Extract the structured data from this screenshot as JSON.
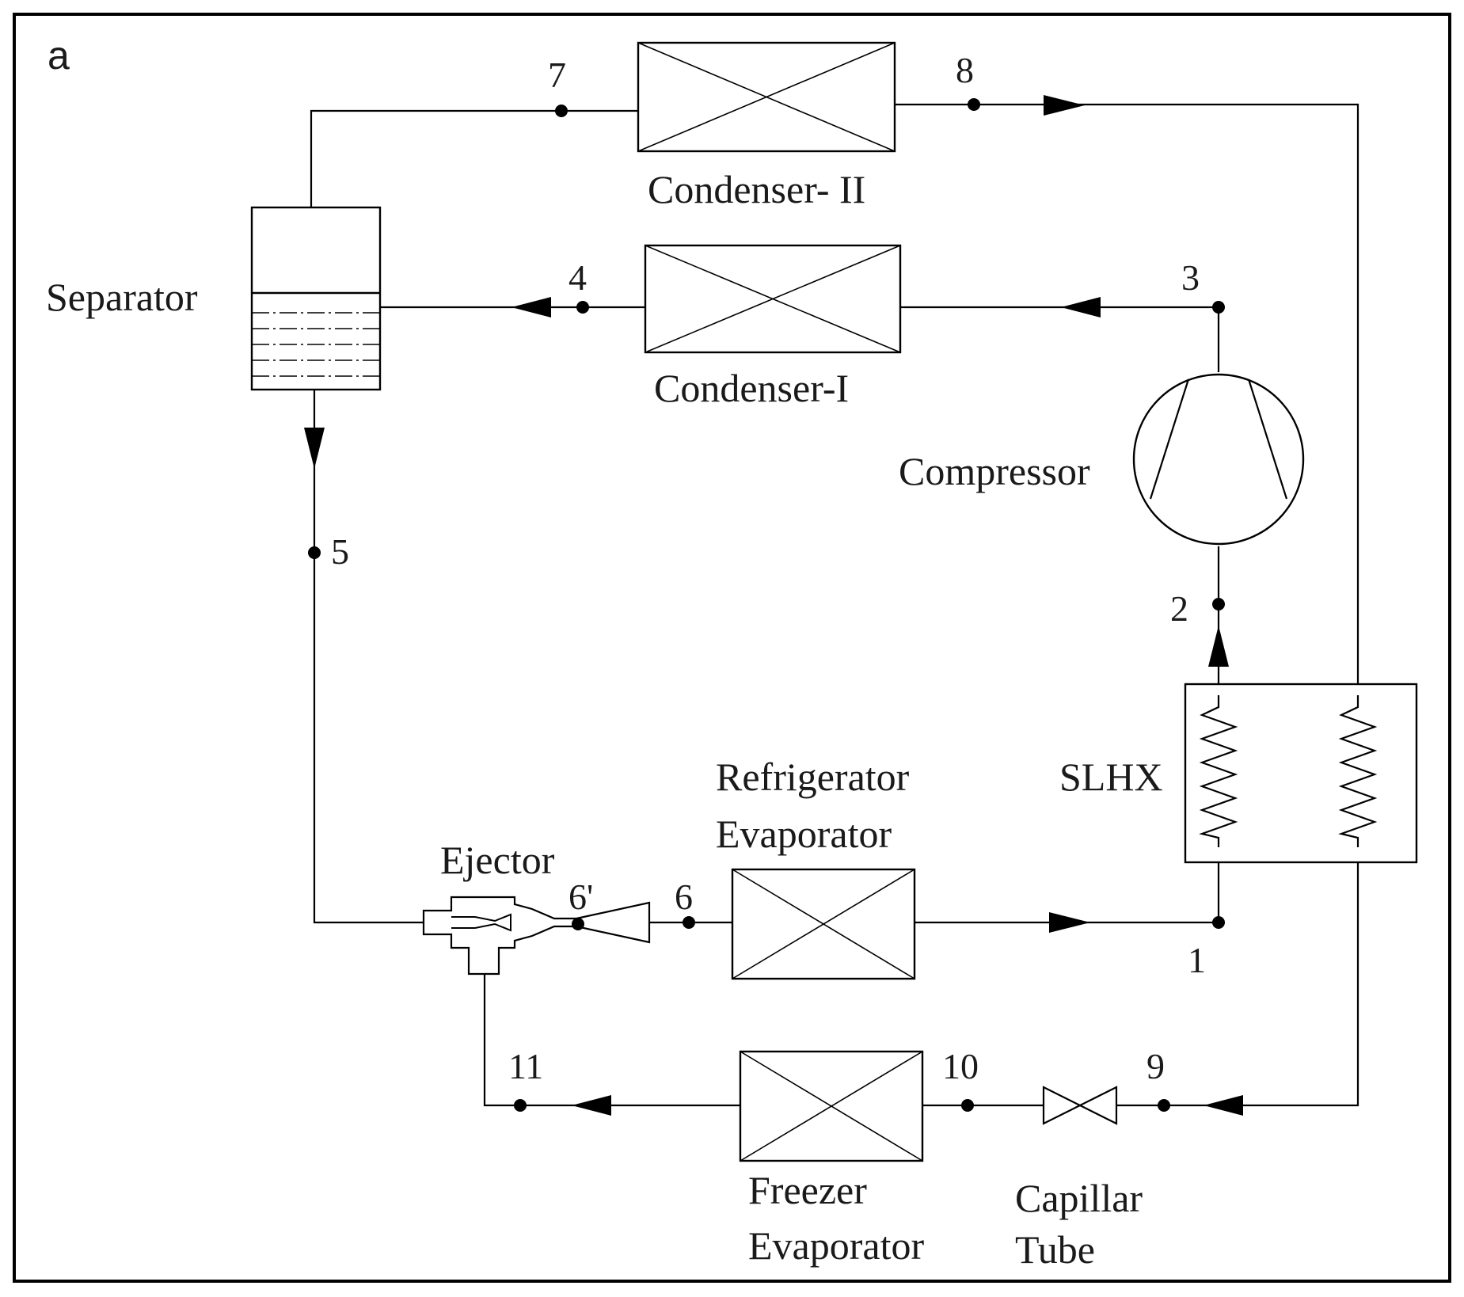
{
  "panel_label": "a",
  "components": {
    "condenser_2": "Condenser- II",
    "condenser_1": "Condenser-I",
    "separator": "Separator",
    "compressor": "Compressor",
    "slhx": "SLHX",
    "refrigerator_evaporator": [
      "Refrigerator",
      "Evaporator"
    ],
    "ejector": "Ejector",
    "freezer_evaporator": [
      "Freezer",
      "Evaporator"
    ],
    "capillary_tube": [
      "Capillar",
      "Tube"
    ]
  },
  "state_points": {
    "p1": "1",
    "p2": "2",
    "p3": "3",
    "p4": "4",
    "p5": "5",
    "p6": "6",
    "p6p": "6'",
    "p7": "7",
    "p8": "8",
    "p9": "9",
    "p10": "10",
    "p11": "11"
  }
}
